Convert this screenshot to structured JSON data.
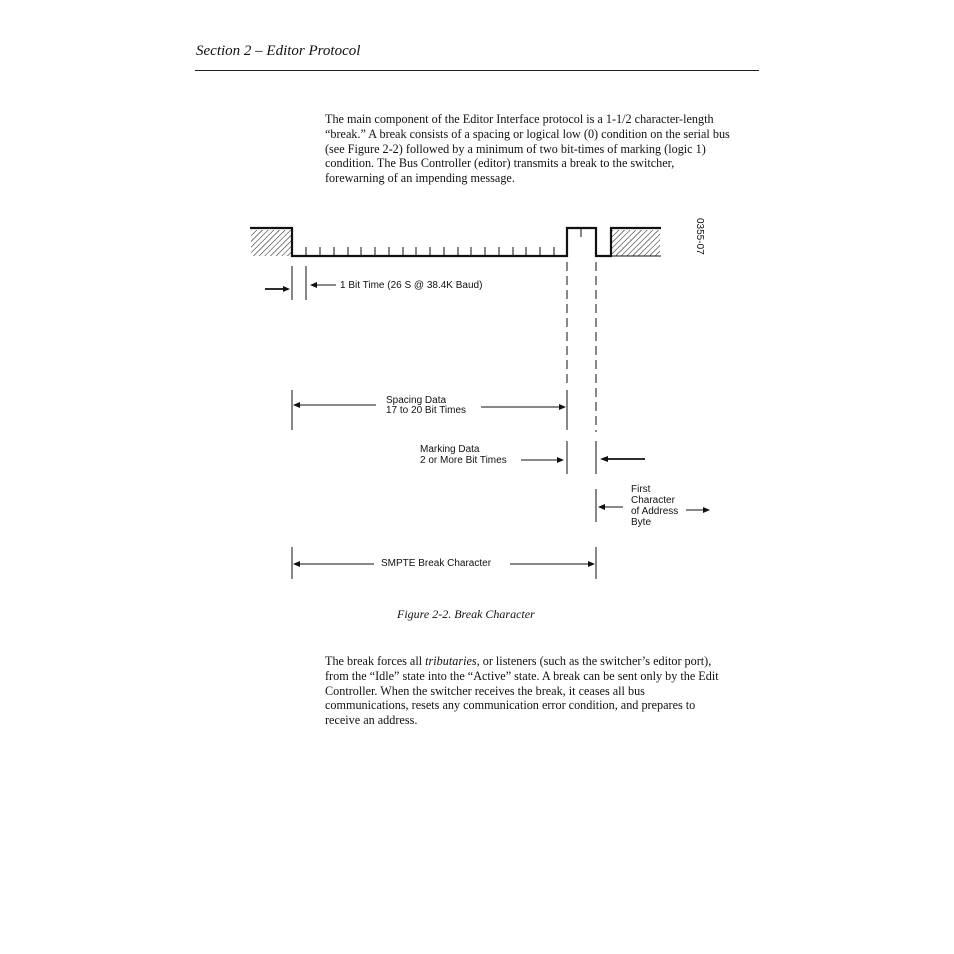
{
  "header": {
    "title": "Section 2 – Editor Protocol"
  },
  "intro": {
    "lines": [
      "The main component of the Editor Interface protocol is a 1-1/2 character-length",
      "“break.” A break consists of a spacing or logical low (0) condition on the serial bus",
      "(see Figure 2-2) followed by a minimum of two bit-times of marking (logic 1)",
      "condition. The Bus Controller (editor) transmits a break to the switcher,",
      "forewarning of an impending message."
    ]
  },
  "figure": {
    "id_tag": "0355-07",
    "bit_time_label": "1 Bit Time (26  S @ 38.4K Baud)",
    "spacing_line1": "Spacing Data",
    "spacing_line2": "17 to 20 Bit Times",
    "marking_line1": "Marking Data",
    "marking_line2": "2 or More Bit Times",
    "first_line1": "First",
    "first_line2": "Character",
    "first_line3": "of Address",
    "first_line4": "Byte",
    "smpte_label": "SMPTE Break Character",
    "caption": "Figure 2-2.  Break Character"
  },
  "body2": {
    "line1_pre": "The break forces all ",
    "line1_em": "tributaries",
    "line1_post": ", or listeners (such as the switcher’s editor port),",
    "lines": [
      "from the “Idle” state into the “Active” state. A break can be sent only by the Edit",
      "Controller. When the switcher receives the break, it ceases all bus",
      "communications, resets any communication error condition, and prepares to",
      "receive an address."
    ]
  }
}
